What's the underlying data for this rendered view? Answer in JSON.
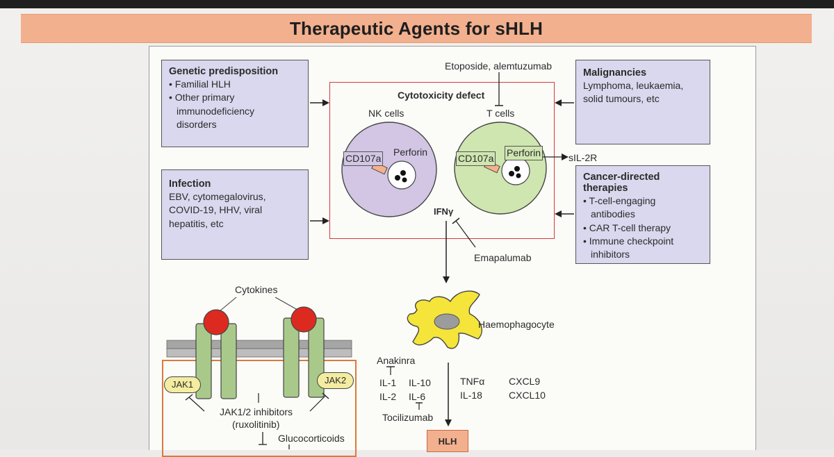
{
  "slide": {
    "title": "Therapeutic Agents for sHLH"
  },
  "diagram": {
    "genetic": {
      "heading": "Genetic predisposition",
      "items": [
        "• Familial HLH",
        "• Other primary",
        "immunodeficiency",
        "disorders"
      ]
    },
    "infection": {
      "heading": "Infection",
      "items": [
        "EBV, cytomegalovirus,",
        "COVID-19, HHV, viral",
        "hepatitis, etc"
      ]
    },
    "malignancies": {
      "heading": "Malignancies",
      "items": [
        "Lymphoma, leukaemia,",
        "solid tumours, etc"
      ]
    },
    "cancer_therapies": {
      "heading": "Cancer-directed therapies",
      "items": [
        "• T-cell-engaging",
        "antibodies",
        "• CAR T-cell therapy",
        "• Immune checkpoint",
        "inhibitors"
      ]
    },
    "etoposide": "Etoposide, alemtuzumab",
    "cytotoxicity": "Cytotoxicity defect",
    "nk_cells": "NK cells",
    "t_cells": "T cells",
    "cd107a_nk": "CD107a",
    "perforin_nk": "Perforin",
    "cd107a_t": "CD107a",
    "perforin_t": "Perforin",
    "sil2r": "sIL-2R",
    "ifny": "IFNγ",
    "emapalumab": "Emapalumab",
    "cytokines": "Cytokines",
    "haemophagocyte": "Haemophagocyte",
    "jak1": "JAK1",
    "jak2": "JAK2",
    "jak_inhibitors": "JAK1/2 inhibitors",
    "ruxolitinib": "(ruxolitinib)",
    "glucocorticoids": "Glucocorticoids",
    "anakinra": "Anakinra",
    "il1": "IL-1",
    "il10": "IL-10",
    "il2": "IL-2",
    "il6": "IL-6",
    "tocilizumab": "Tocilizumab",
    "tnfa": "TNFα",
    "il18": "IL-18",
    "cxcl9": "CXCL9",
    "cxcl10": "CXCL10",
    "hlh": "HLH"
  },
  "colors": {
    "banner": "#f2b08e",
    "box_fill": "#d9d8ee",
    "nk_cell": "#d2c6e4",
    "t_cell": "#cfe6b0",
    "cytokine": "#dd2a20",
    "receptor": "#a9c98a",
    "haemophagocyte": "#f5e43a",
    "red_frame": "#d23b3b",
    "orange_frame": "#d97a3c"
  }
}
